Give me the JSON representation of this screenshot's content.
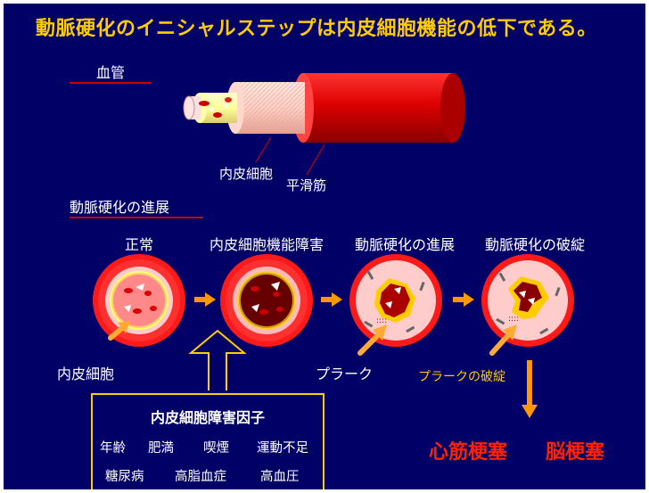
{
  "title": "動脈硬化のイニシャルステップは内皮細胞機能の低下である。",
  "section_vessel": "血管",
  "vessel_labels": {
    "endothelium": "内皮細胞",
    "smooth_muscle": "平滑筋"
  },
  "section_progress": "動脈硬化の進展",
  "stages": [
    {
      "label": "正常"
    },
    {
      "label": "内皮細胞機能障害"
    },
    {
      "label": "動脈硬化の進展"
    },
    {
      "label": "動脈硬化の破綻"
    }
  ],
  "callouts": {
    "endothelium": "内皮細胞",
    "plaque": "プラーク",
    "plaque_rupture": "プラークの破綻"
  },
  "factors": {
    "title": "内皮細胞障害因子",
    "row1": [
      "年齢",
      "肥満",
      "喫煙",
      "運動不足"
    ],
    "row2": [
      "糖尿病",
      "高脂血症",
      "高血圧"
    ]
  },
  "outcomes": [
    "心筋梗塞",
    "脳梗塞"
  ],
  "colors": {
    "background": "#000066",
    "title": "#ffcc00",
    "arrow": "#ff9900",
    "outcome": "#ff2200",
    "vessel": "#cc0000"
  }
}
